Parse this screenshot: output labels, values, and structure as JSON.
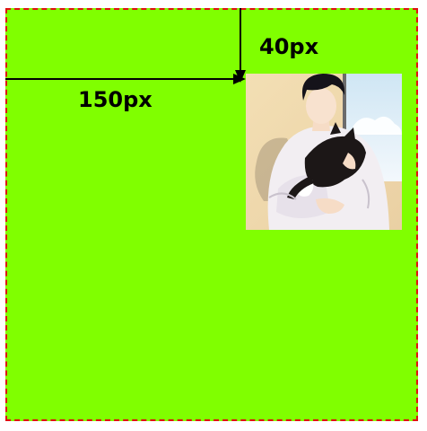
{
  "colors": {
    "container_background": "#80ff00",
    "container_border": "#e01010",
    "arrow": "#000000"
  },
  "labels": {
    "top_offset": "40px",
    "left_offset": "150px"
  },
  "image": {
    "description_icon": "anime-man-holding-cat-illustration"
  }
}
